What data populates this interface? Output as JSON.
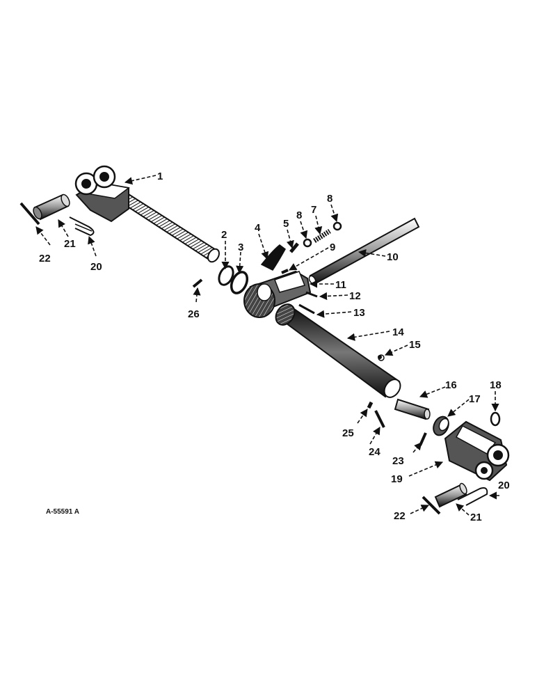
{
  "figure_id": "A-55591 A",
  "callouts": [
    "1",
    "2",
    "3",
    "4",
    "5",
    "8",
    "7",
    "8",
    "9",
    "10",
    "11",
    "12",
    "13",
    "14",
    "15",
    "16",
    "17",
    "18",
    "19",
    "20",
    "21",
    "22",
    "21",
    "22",
    "20",
    "23",
    "24",
    "25",
    "26"
  ],
  "colors": {
    "ink": "#111111",
    "paper": "#ffffff"
  }
}
